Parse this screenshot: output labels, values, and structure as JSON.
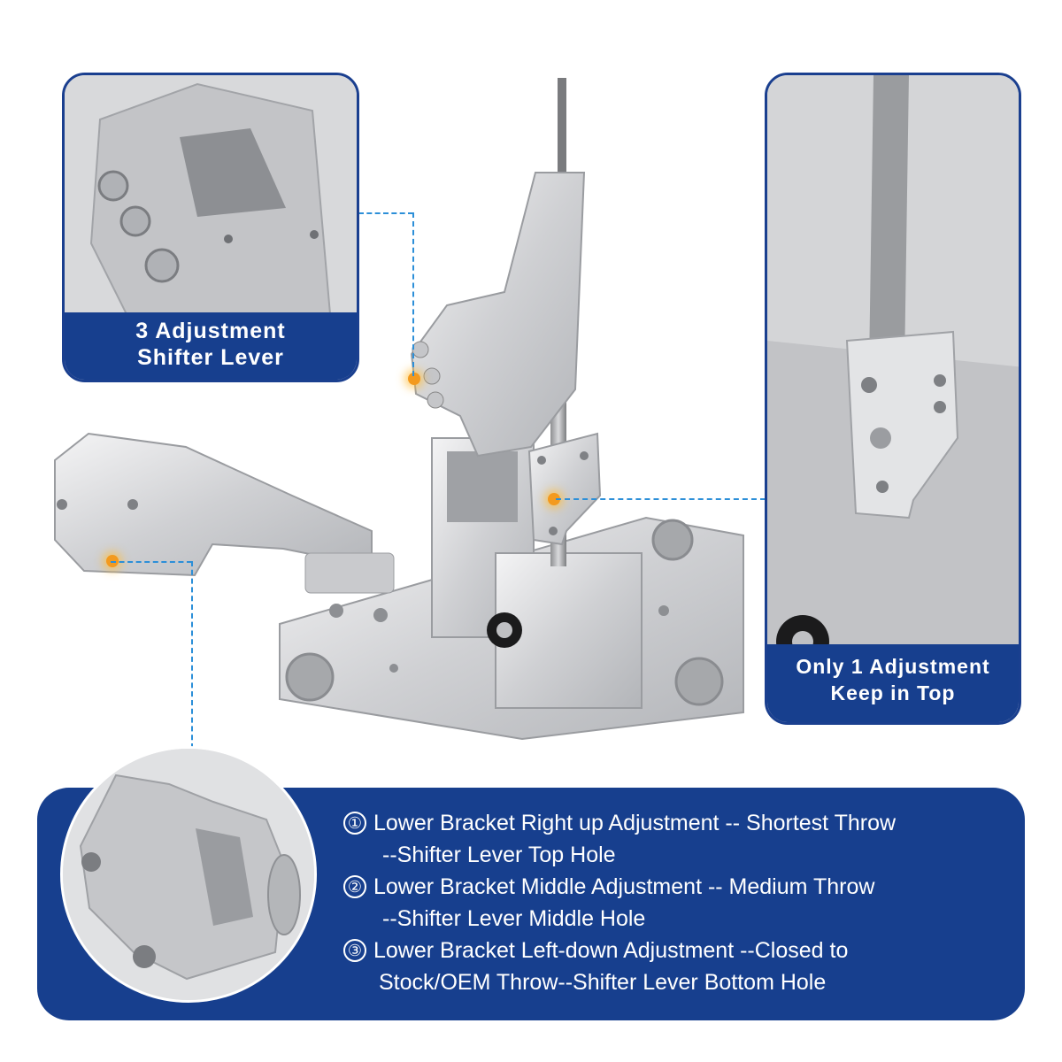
{
  "callouts": {
    "top_left": {
      "line1": "3 Adjustment",
      "line2": "Shifter Lever"
    },
    "right": {
      "line1": "Only 1 Adjustment",
      "line2": "Keep in Top"
    }
  },
  "notes": [
    {
      "number": "①",
      "line1": "Lower Bracket Right up Adjustment -- Shortest Throw",
      "line2": "--Shifter Lever Top Hole"
    },
    {
      "number": "②",
      "line1": "Lower Bracket Middle Adjustment -- Medium Throw",
      "line2": "--Shifter Lever Middle Hole"
    },
    {
      "number": "③",
      "line1": "Lower Bracket Left-down Adjustment --Closed to",
      "line2": "Stock/OEM Throw--Shifter Lever Bottom Hole"
    }
  ],
  "colors": {
    "panel_blue": "#173f8e",
    "dash_blue": "#2c8fd8",
    "marker_orange": "#f39a1e",
    "metal": "#d7d7d9"
  },
  "icons": {
    "marker": "adjustment-point-marker"
  }
}
